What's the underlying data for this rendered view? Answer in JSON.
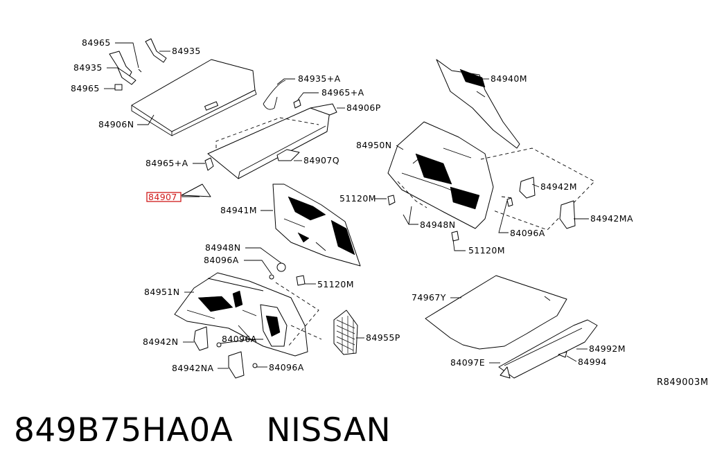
{
  "diagram": {
    "reference_code": "R849003M",
    "highlight_color": "#d01818",
    "parts": {
      "p84965_top": "84965",
      "p84935_right": "84935",
      "p84935_left": "84935",
      "p84965_left": "84965",
      "p84906N": "84906N",
      "p84935A": "84935+A",
      "p84965A_top": "84965+A",
      "p84906P": "84906P",
      "p84965A_mid": "84965+A",
      "p84907Q": "84907Q",
      "p84907_hl": "84907",
      "p84941M": "84941M",
      "p84940M": "84940M",
      "p84950N": "84950N",
      "p51120M_a": "51120M",
      "p84942M_right": "84942M",
      "p84942MA": "84942MA",
      "p84948N_right": "84948N",
      "p84096A_right": "84096A",
      "p51120M_b": "51120M",
      "p84948N_left": "84948N",
      "p84096A_left1": "84096A",
      "p51120M_c": "51120M",
      "p84951N": "84951N",
      "p84942N": "84942N",
      "p84096A_left2": "84096A",
      "p84955P": "84955P",
      "p84942NA": "84942NA",
      "p84096A_left3": "84096A",
      "p74967Y": "74967Y",
      "p84992M": "84992M",
      "p84097E": "84097E",
      "p84994": "84994"
    }
  },
  "footer": {
    "part_number": "849B75HA0A",
    "brand": "NISSAN"
  }
}
